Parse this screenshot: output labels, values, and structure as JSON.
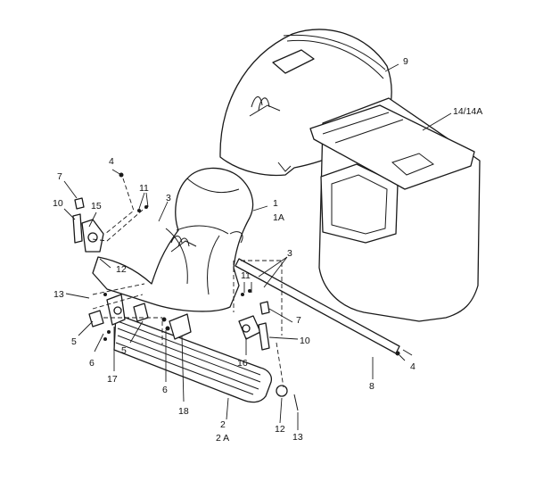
{
  "callouts": [
    {
      "id": "c9",
      "text": "9"
    },
    {
      "id": "c14",
      "text": "14/14A"
    },
    {
      "id": "c7a",
      "text": "7"
    },
    {
      "id": "c4a",
      "text": "4"
    },
    {
      "id": "c11a",
      "text": "11"
    },
    {
      "id": "c10a",
      "text": "10"
    },
    {
      "id": "c15",
      "text": "15"
    },
    {
      "id": "c3a",
      "text": "3"
    },
    {
      "id": "c1",
      "text": "1"
    },
    {
      "id": "c1a",
      "text": "1A"
    },
    {
      "id": "c12a",
      "text": "12"
    },
    {
      "id": "c13a",
      "text": "13"
    },
    {
      "id": "c3b",
      "text": "3"
    },
    {
      "id": "c11b",
      "text": "11"
    },
    {
      "id": "c5a",
      "text": "5"
    },
    {
      "id": "c6a",
      "text": "6"
    },
    {
      "id": "c17",
      "text": "17"
    },
    {
      "id": "c5b",
      "text": "5"
    },
    {
      "id": "c6b",
      "text": "6"
    },
    {
      "id": "c18",
      "text": "18"
    },
    {
      "id": "c7b",
      "text": "7"
    },
    {
      "id": "c16",
      "text": "16"
    },
    {
      "id": "c10b",
      "text": "10"
    },
    {
      "id": "c4b",
      "text": "4"
    },
    {
      "id": "c8",
      "text": "8"
    },
    {
      "id": "c2",
      "text": "2"
    },
    {
      "id": "c2a",
      "text": "2 A"
    },
    {
      "id": "c12b",
      "text": "12"
    },
    {
      "id": "c13b",
      "text": "13"
    }
  ]
}
